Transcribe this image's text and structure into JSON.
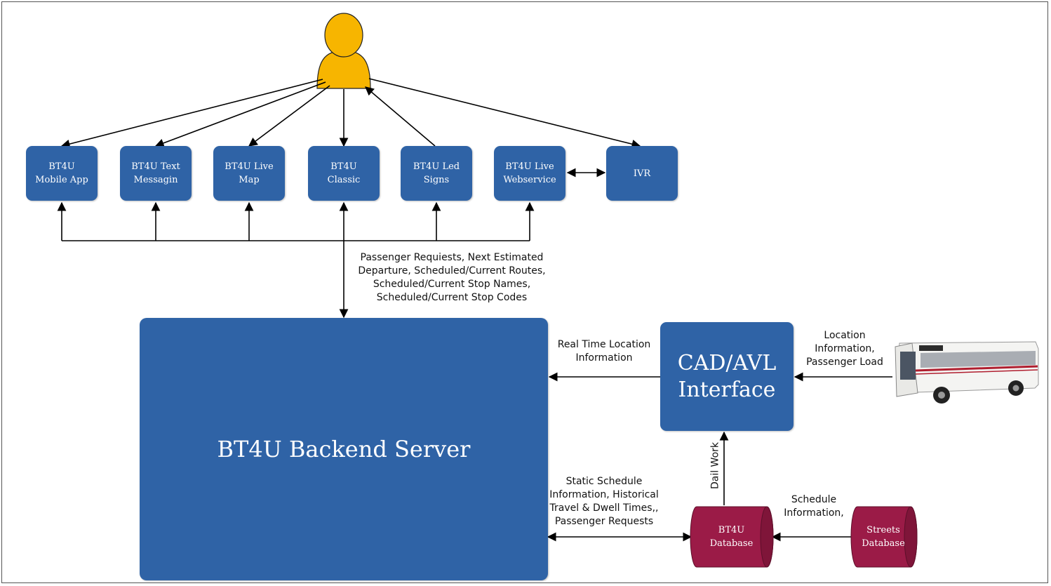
{
  "nodes": {
    "mobile_app": "BT4U\nMobile App",
    "text_messaging": "BT4U  Text\nMessagin",
    "live_map": "BT4U  Live\nMap",
    "classic": "BT4U\nClassic",
    "led_signs": "BT4U  Led\nSigns",
    "live_webservice": "BT4U  Live\nWebservice",
    "ivr": "IVR",
    "backend": "BT4U  Backend Server",
    "cad_avl": "CAD/AVL\nInterface",
    "bt4u_database": "BT4U\nDatabase",
    "streets_database": "Streets\nDatabase"
  },
  "labels": {
    "passenger_requests": "Passenger Requiests, Next Estimated\nDeparture, Scheduled/Current Routes,\nScheduled/Current Stop Names,\nScheduled/Current Stop Codes",
    "real_time": "Real Time Location\nInformation",
    "location_info": "Location\nInformation,\nPassenger Load",
    "static_schedule": "Static Schedule\nInformation, Historical\nTravel & Dwell Times,,\nPassenger Requests",
    "dail_work": "Dail Work",
    "schedule_info": "Schedule\nInformation,"
  },
  "colors": {
    "box": "#2f63a6",
    "database": "#9b1b47",
    "user": "#f7b500"
  }
}
